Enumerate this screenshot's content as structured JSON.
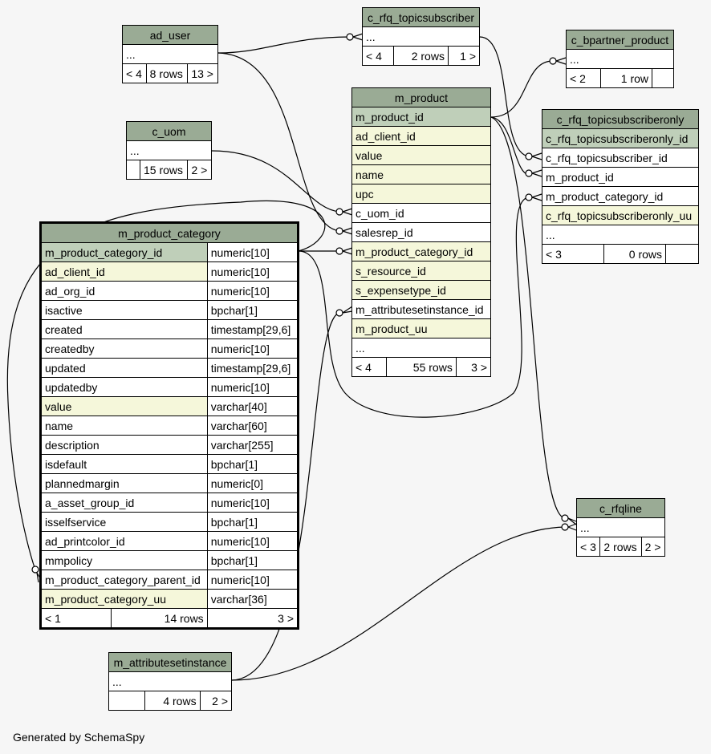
{
  "footer": "Generated by SchemaSpy",
  "tables": {
    "ad_user": {
      "name": "ad_user",
      "more": "...",
      "stats": [
        "< 4",
        "8 rows",
        "13 >"
      ]
    },
    "c_rfq_topicsubscriber": {
      "name": "c_rfq_topicsubscriber",
      "more": "...",
      "stats": [
        "< 4",
        "2 rows",
        "1 >"
      ]
    },
    "c_bpartner_product": {
      "name": "c_bpartner_product",
      "more": "...",
      "stats": [
        "< 2",
        "1 row",
        ""
      ]
    },
    "c_uom": {
      "name": "c_uom",
      "more": "...",
      "stats": [
        "",
        "15 rows",
        "2 >"
      ]
    },
    "m_product": {
      "name": "m_product",
      "columns": [
        "m_product_id",
        "ad_client_id",
        "value",
        "name",
        "upc",
        "c_uom_id",
        "salesrep_id",
        "m_product_category_id",
        "s_resource_id",
        "s_expensetype_id",
        "m_attributesetinstance_id",
        "m_product_uu"
      ],
      "more": "...",
      "stats": [
        "< 4",
        "55 rows",
        "3 >"
      ]
    },
    "c_rfq_topicsubscriberonly": {
      "name": "c_rfq_topicsubscriberonly",
      "columns": [
        "c_rfq_topicsubscriberonly_id",
        "c_rfq_topicsubscriber_id",
        "m_product_id",
        "m_product_category_id",
        "c_rfq_topicsubscriberonly_uu"
      ],
      "more": "...",
      "stats": [
        "< 3",
        "0 rows",
        ""
      ]
    },
    "m_product_category": {
      "name": "m_product_category",
      "columns": [
        {
          "name": "m_product_category_id",
          "type": "numeric[10]"
        },
        {
          "name": "ad_client_id",
          "type": "numeric[10]"
        },
        {
          "name": "ad_org_id",
          "type": "numeric[10]"
        },
        {
          "name": "isactive",
          "type": "bpchar[1]"
        },
        {
          "name": "created",
          "type": "timestamp[29,6]"
        },
        {
          "name": "createdby",
          "type": "numeric[10]"
        },
        {
          "name": "updated",
          "type": "timestamp[29,6]"
        },
        {
          "name": "updatedby",
          "type": "numeric[10]"
        },
        {
          "name": "value",
          "type": "varchar[40]"
        },
        {
          "name": "name",
          "type": "varchar[60]"
        },
        {
          "name": "description",
          "type": "varchar[255]"
        },
        {
          "name": "isdefault",
          "type": "bpchar[1]"
        },
        {
          "name": "plannedmargin",
          "type": "numeric[0]"
        },
        {
          "name": "a_asset_group_id",
          "type": "numeric[10]"
        },
        {
          "name": "isselfservice",
          "type": "bpchar[1]"
        },
        {
          "name": "ad_printcolor_id",
          "type": "numeric[10]"
        },
        {
          "name": "mmpolicy",
          "type": "bpchar[1]"
        },
        {
          "name": "m_product_category_parent_id",
          "type": "numeric[10]"
        },
        {
          "name": "m_product_category_uu",
          "type": "varchar[36]"
        }
      ],
      "stats": [
        "< 1",
        "14 rows",
        "3 >"
      ]
    },
    "c_rfqline": {
      "name": "c_rfqline",
      "more": "...",
      "stats": [
        "< 3",
        "2 rows",
        "2 >"
      ]
    },
    "m_attributesetinstance": {
      "name": "m_attributesetinstance",
      "more": "...",
      "stats": [
        "",
        "4 rows",
        "2 >"
      ]
    }
  }
}
